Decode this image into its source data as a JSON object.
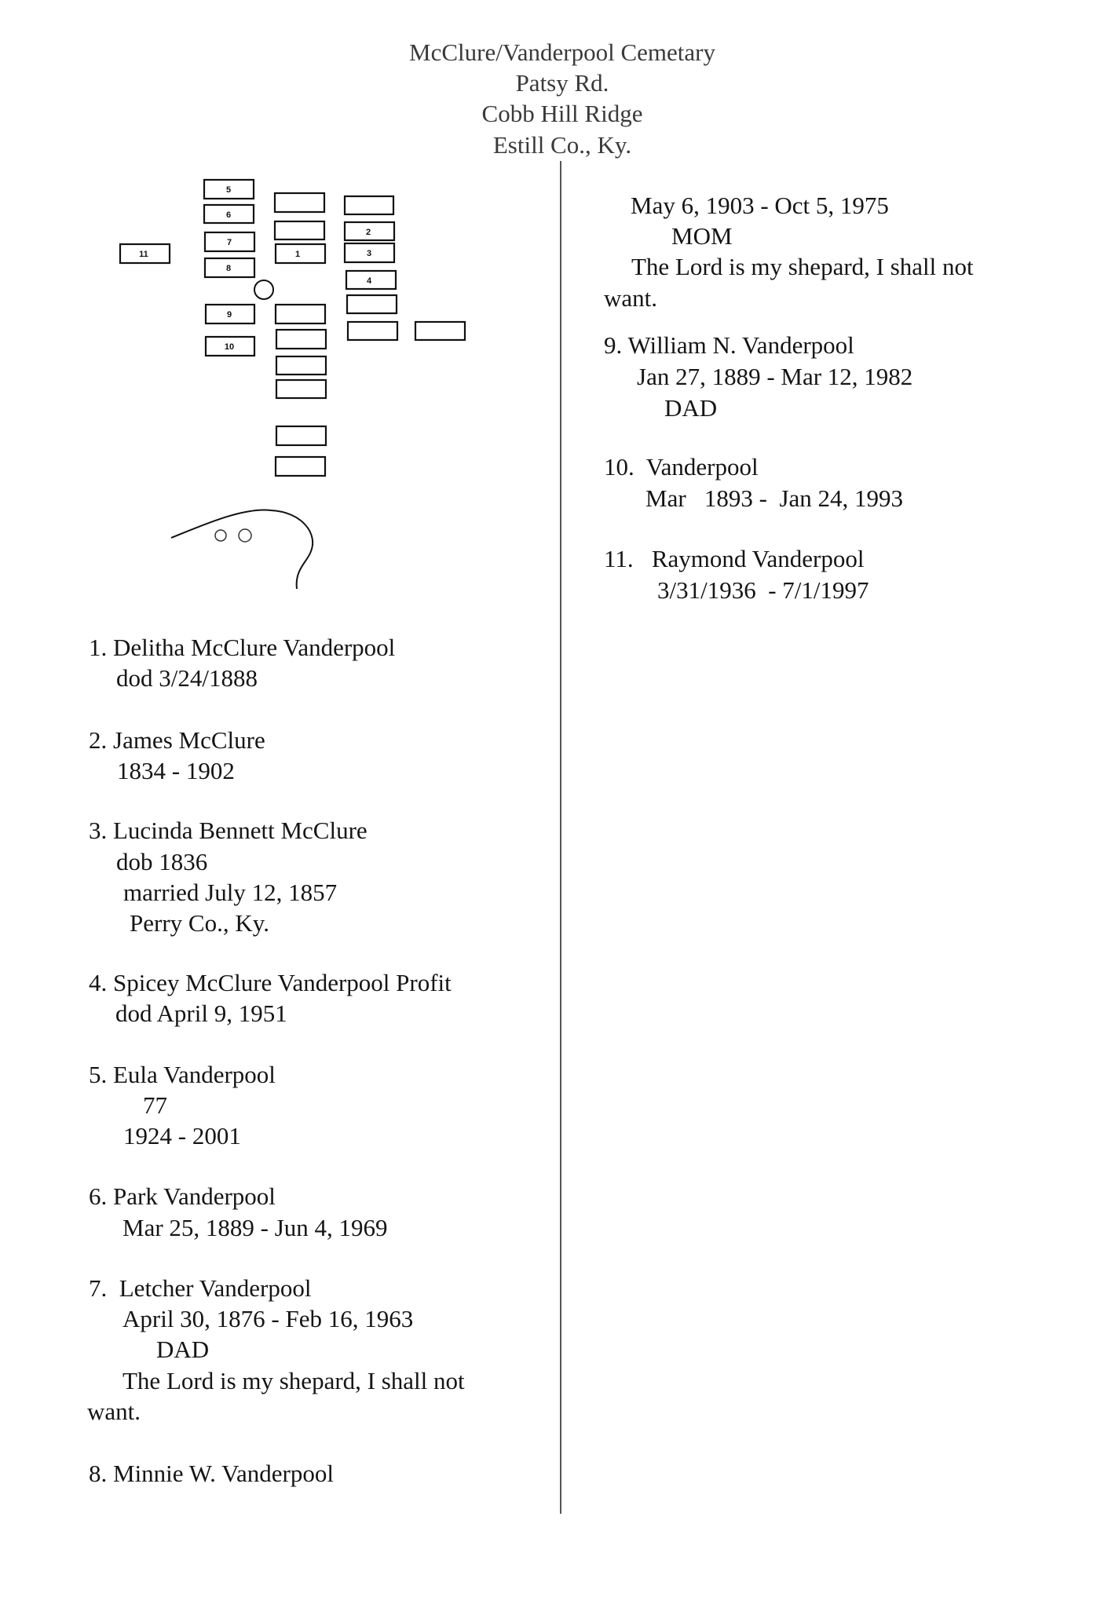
{
  "header": {
    "title": "McClure/Vanderpool Cemetary",
    "road": "Patsy Rd.",
    "ridge": "Cobb Hill Ridge",
    "county": "Estill Co., Ky."
  },
  "map": {
    "plot_labels": [
      "1",
      "2",
      "3",
      "4",
      "5",
      "6",
      "7",
      "8",
      "9",
      "10",
      "11"
    ]
  },
  "entries_left": [
    {
      "lines": [
        "1. Delitha McClure Vanderpool",
        "dod 3/24/1888"
      ]
    },
    {
      "lines": [
        "2. James McClure",
        "1834 - 1902"
      ]
    },
    {
      "lines": [
        "3. Lucinda Bennett McClure",
        "dob 1836",
        "married July 12, 1857",
        "Perry Co., Ky."
      ]
    },
    {
      "lines": [
        "4. Spicey McClure Vanderpool Profit",
        "dod April 9, 1951"
      ]
    },
    {
      "lines": [
        "5. Eula Vanderpool",
        "77",
        "1924 - 2001"
      ]
    },
    {
      "lines": [
        "6. Park Vanderpool",
        "Mar 25, 1889 - Jun 4, 1969"
      ]
    },
    {
      "lines": [
        "7.  Letcher Vanderpool",
        "April 30, 1876 - Feb 16, 1963",
        "DAD",
        "The Lord is my shepard, I shall not",
        "want."
      ]
    },
    {
      "lines": [
        "8. Minnie W. Vanderpool"
      ]
    }
  ],
  "entries_right": [
    {
      "lines": [
        "May 6, 1903 - Oct 5, 1975",
        "MOM",
        "The Lord is my shepard, I shall not",
        "want."
      ]
    },
    {
      "lines": [
        "9. William N. Vanderpool",
        "Jan 27, 1889 - Mar 12, 1982",
        "DAD"
      ]
    },
    {
      "lines": [
        "10.  Vanderpool",
        "Mar   1893 -  Jan 24, 1993"
      ]
    },
    {
      "lines": [
        "11.   Raymond Vanderpool",
        "3/31/1936  - 7/1/1997"
      ]
    }
  ]
}
